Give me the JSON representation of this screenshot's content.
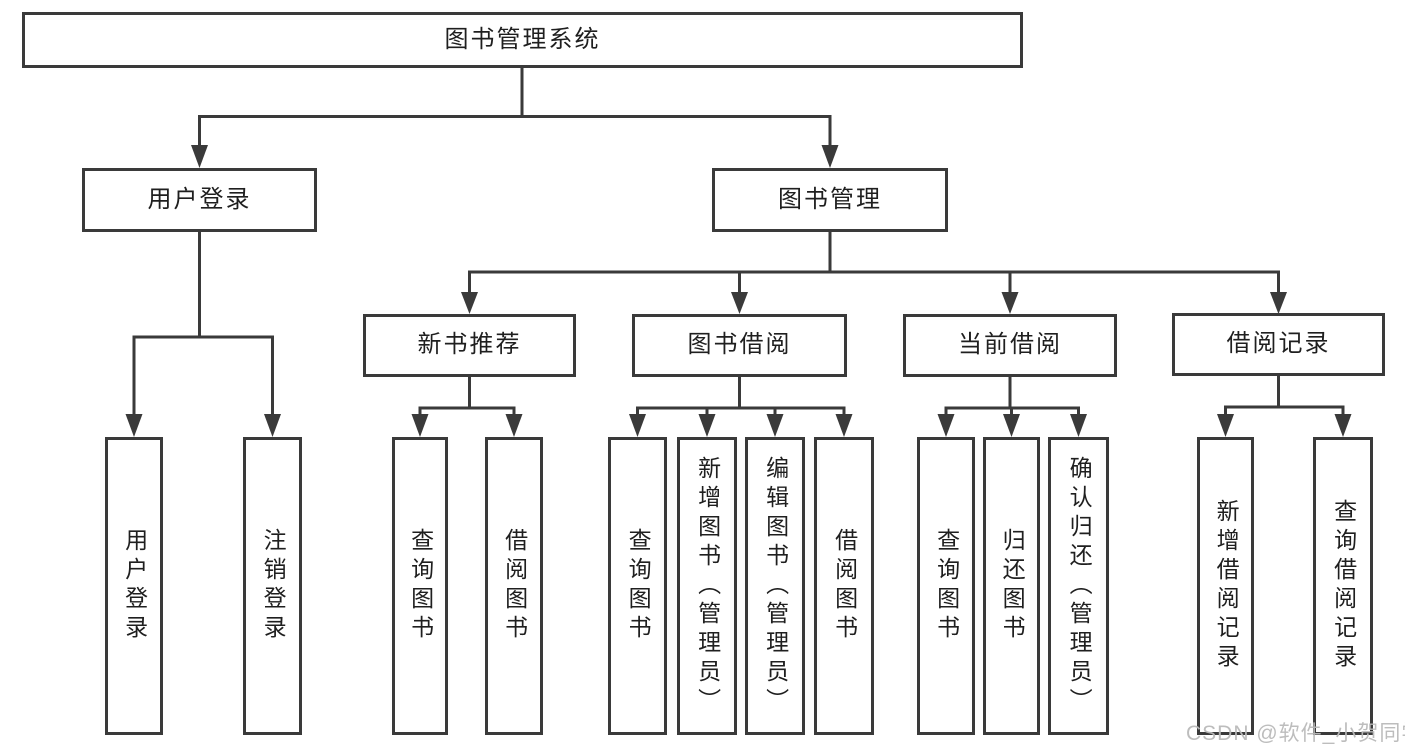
{
  "diagram": {
    "type": "tree",
    "root": {
      "label": "图书管理系统"
    },
    "branches": [
      {
        "label": "用户登录",
        "children": [
          {
            "label": "用户登录"
          },
          {
            "label": "注销登录"
          }
        ]
      },
      {
        "label": "图书管理",
        "children": [
          {
            "label": "新书推荐",
            "children": [
              {
                "label": "查询图书"
              },
              {
                "label": "借阅图书"
              }
            ]
          },
          {
            "label": "图书借阅",
            "children": [
              {
                "label": "查询图书"
              },
              {
                "label": "新增图书（管理员）"
              },
              {
                "label": "编辑图书（管理员）"
              },
              {
                "label": "借阅图书"
              }
            ]
          },
          {
            "label": "当前借阅",
            "children": [
              {
                "label": "查询图书"
              },
              {
                "label": "归还图书"
              },
              {
                "label": "确认归还（管理员）"
              }
            ]
          },
          {
            "label": "借阅记录",
            "children": [
              {
                "label": "新增借阅记录"
              },
              {
                "label": "查询借阅记录"
              }
            ]
          }
        ]
      }
    ]
  },
  "watermark": {
    "text": "CSDN @软件_小贺同学",
    "color": "#b9b9b9"
  },
  "colors": {
    "background": "#ffffff",
    "line": "#3a3a3a",
    "box_border": "#3a3a3a",
    "text": "#1f1f1f",
    "watermark": "#b9b9b9"
  }
}
